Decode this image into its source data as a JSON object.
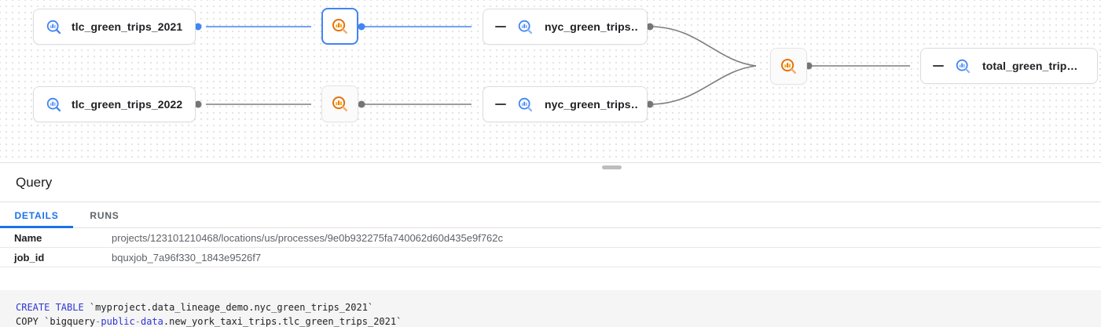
{
  "colors": {
    "edge_blue": "#4285f4",
    "edge_gray": "#7d7d7d",
    "port_blue": "#4285f4",
    "port_gray": "#757575",
    "selected_border": "#4285f4",
    "tab_active_blue": "#1a73e8",
    "icon_blue_main": "#4285f4",
    "icon_blue_light": "#8ab4f8",
    "icon_orange_main": "#e8710a",
    "icon_orange_light": "#f9ab00",
    "keyword_blue": "#3037d0",
    "code_bg": "#f5f5f5"
  },
  "canvas": {
    "nodes": {
      "tlc2021": {
        "label": "tlc_green_trips_2021"
      },
      "tlc2022": {
        "label": "tlc_green_trips_2022"
      },
      "nyc2021": {
        "label": "nyc_green_trips…"
      },
      "nyc2022": {
        "label": "nyc_green_trips…"
      },
      "total": {
        "label": "total_green_trip…"
      }
    }
  },
  "panel": {
    "title": "Query",
    "tabs": {
      "details": "DETAILS",
      "runs": "RUNS"
    },
    "rows": [
      {
        "label": "Name",
        "value": "projects/123101210468/locations/us/processes/9e0b932275fa740062d60d435e9f762c"
      },
      {
        "label": "job_id",
        "value": "bquxjob_7a96f330_1843e9526f7"
      }
    ],
    "code": {
      "l1_kw": "CREATE TABLE",
      "l1_rest": " `myproject.data_lineage_demo.nyc_green_trips_2021`",
      "l2_a": "COPY `bigquery",
      "l2_d1": "-",
      "l2_k1": "public",
      "l2_d2": "-",
      "l2_k2": "data",
      "l2_rest": ".new_york_taxi_trips.tlc_green_trips_2021`"
    }
  }
}
